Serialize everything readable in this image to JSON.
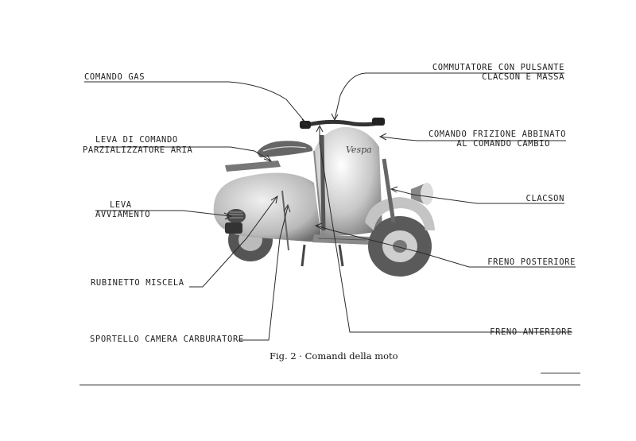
{
  "labels": {
    "comando_gas": "COMANDO GAS",
    "commutatore_1": "COMMUTATORE CON PULSANTE",
    "commutatore_2": "CLACSON E MASSA",
    "leva_aria_1": "LEVA DI COMANDO",
    "leva_aria_2": "PARZIALIZZATORE ARIA",
    "frizione_1": "COMANDO FRIZIONE ABBINATO",
    "frizione_2": "AL COMANDO CAMBIO",
    "leva_avv_1": "LEVA",
    "leva_avv_2": "AVVIAMENTO",
    "clacson": "CLACSON",
    "freno_post": "FRENO POSTERIORE",
    "rubinetto": "RUBINETTO MISCELA",
    "sportello": "SPORTELLO CAMERA CARBURATORE",
    "freno_ant": "FRENO ANTERIORE"
  },
  "logo_text": "Vespa",
  "caption": "Fig. 2 · Comandi della moto",
  "colors": {
    "ink": "#222222",
    "photo_dark": "#3a3a3a",
    "photo_mid": "#9a9a9a",
    "photo_light": "#d8d8d8"
  }
}
